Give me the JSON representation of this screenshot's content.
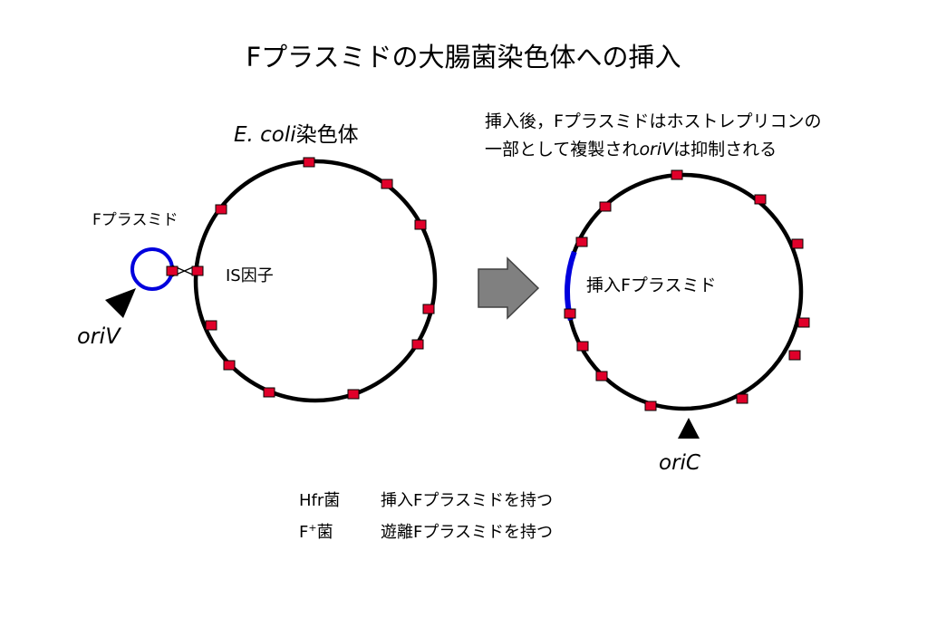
{
  "title": "Fプラスミドの大腸菌染色体への挿入",
  "chromosome_label": {
    "italic": "E. coli",
    "text": "染色体"
  },
  "plasmid_label": "Fプラスミド",
  "is_label": "IS因子",
  "oriV_label": "oriV",
  "note": {
    "line1": "挿入後，Fプラスミドはホストレプリコンの",
    "line2_before": "一部として複製され",
    "line2_italic": "oriV",
    "line2_after": "は抑制される"
  },
  "inserted_label": "挿入Fプラスミド",
  "oriC_label": "oriC",
  "legend": {
    "hfr_name": "Hfr菌",
    "hfr_desc": "挿入Fプラスミドを持つ",
    "fplus_base": "F",
    "fplus_sup": "+",
    "fplus_suffix": "菌",
    "fplus_desc": "遊離Fプラスミドを持つ"
  },
  "colors": {
    "chromosome": "#000000",
    "plasmid": "#0000dd",
    "is_element": "#e0002a",
    "arrow_fill": "#808080",
    "arrow_stroke": "#404040"
  }
}
